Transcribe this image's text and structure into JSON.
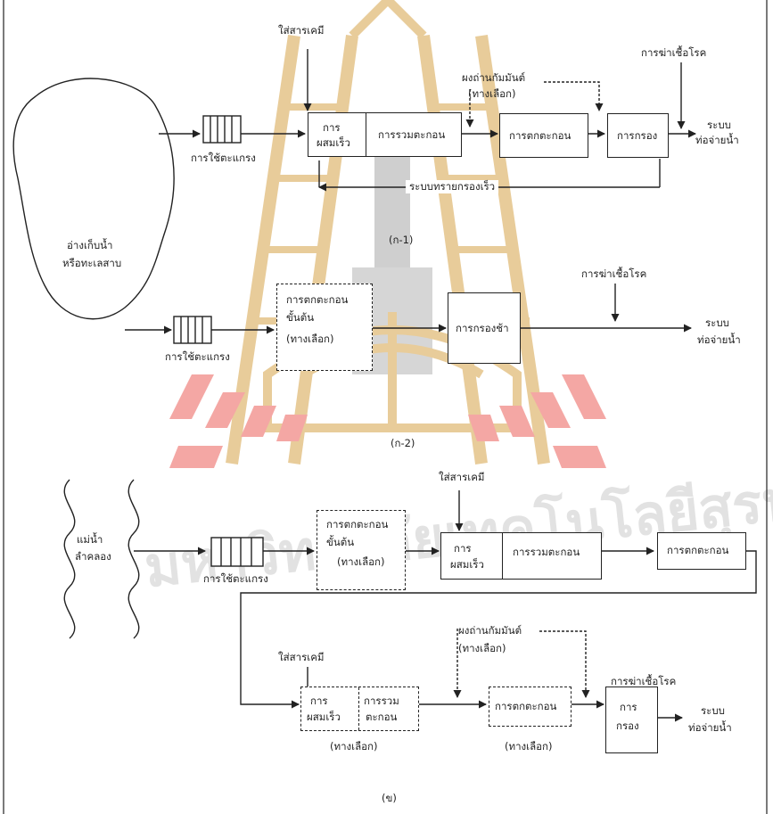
{
  "colors": {
    "line": "#222222",
    "watermark_gold": "#e8cc9a",
    "watermark_red": "#f4a7a4",
    "watermark_grey": "#cfcfcf"
  },
  "watermark": {
    "text": "มหาวิทยาลัยเทคโนโลยีสุรนารี"
  },
  "a1": {
    "chem_label": "ใส่สารเคมี",
    "powder_label": "ผงถ่านกัมมันต์",
    "powder_option": "(ทางเลือก)",
    "disinfect_label": "การฆ่าเชื้อโรค",
    "screen_label": "การใช้ตะแกรง",
    "rapid_mix": [
      "การ",
      "ผสมเร็ว"
    ],
    "flocculation": "การรวมตะกอน",
    "sedimentation": "การตกตะกอน",
    "filtration": "การกรอง",
    "output": [
      "ระบบ",
      "ท่อจ่ายน้ำ"
    ],
    "backwash": "ระบบทรายกรองเร็ว",
    "caption": "(ก-1)"
  },
  "reservoir": [
    "อ่างเก็บน้ำ",
    "หรือทะเลสาบ"
  ],
  "a2": {
    "presed": [
      "การตกตะกอน",
      "ขั้นต้น",
      "(ทางเลือก)"
    ],
    "slow_filter": "การกรองช้า",
    "disinfect_label": "การฆ่าเชื้อโรค",
    "screen_label": "การใช้ตะแกรง",
    "output": [
      "ระบบ",
      "ท่อจ่ายน้ำ"
    ],
    "caption": "(ก-2)"
  },
  "b": {
    "river": [
      "แม่น้ำ",
      "ลำคลอง"
    ],
    "screen_label": "การใช้ตะแกรง",
    "presed": [
      "การตกตะกอน",
      "ขั้นต้น",
      "(ทางเลือก)"
    ],
    "chem_label": "ใส่สารเคมี",
    "rapid_mix": [
      "การ",
      "ผสมเร็ว"
    ],
    "flocculation": "การรวมตะกอน",
    "sedimentation": "การตกตะกอน",
    "chem_label2": "ใส่สารเคมี",
    "powder_label": "ผงถ่านกัมมันต์",
    "powder_option": "(ทางเลือก)",
    "rapid_mix2": [
      "การ",
      "ผสมเร็ว"
    ],
    "flocculation2": [
      "การรวม",
      "ตะกอน"
    ],
    "opt1": "(ทางเลือก)",
    "sedimentation2": "การตกตะกอน",
    "opt2": "(ทางเลือก)",
    "filtration": [
      "การ",
      "กรอง"
    ],
    "disinfect_label": "การฆ่าเชื้อโรค",
    "output": [
      "ระบบ",
      "ท่อจ่ายน้ำ"
    ],
    "caption": "(ข)"
  }
}
